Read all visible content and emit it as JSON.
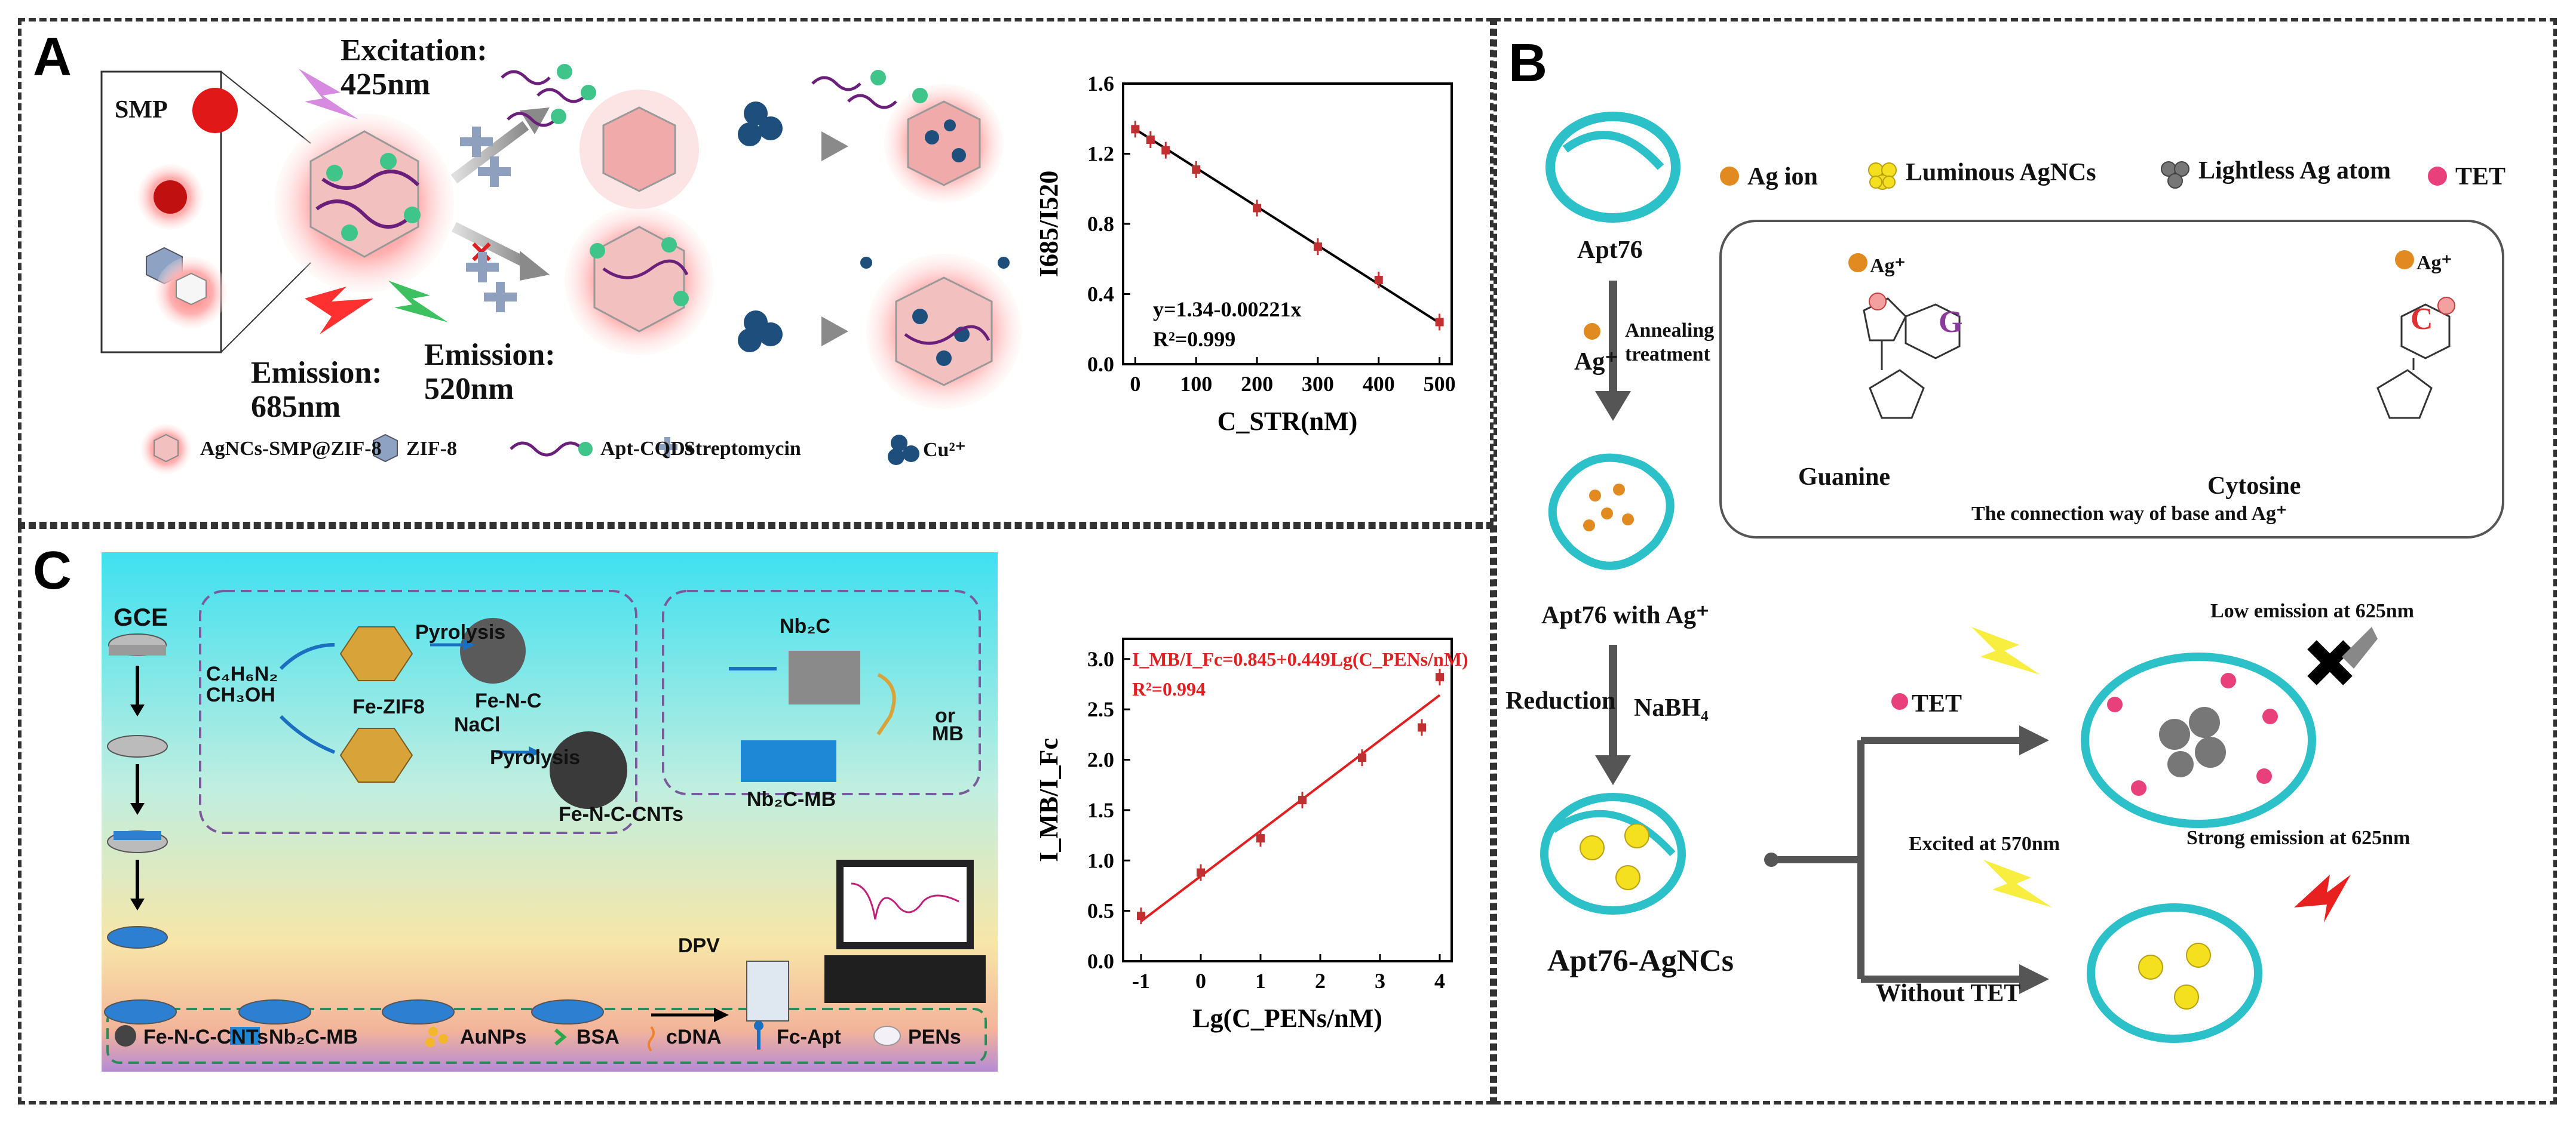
{
  "panels": {
    "a": "A",
    "b": "B",
    "c": "C"
  },
  "panel_a": {
    "smp": "SMP",
    "excitation_line1": "Excitation:",
    "excitation_line2": "425nm",
    "emission1_line1": "Emission:",
    "emission1_line2": "685nm",
    "emission2_line1": "Emission:",
    "emission2_line2": "520nm",
    "legend": [
      "AgNCs-SMP@ZIF-8",
      "ZIF-8",
      "Apt-CQDs",
      "Streptomycin",
      "Cu²⁺"
    ]
  },
  "panel_b": {
    "legend": [
      "Ag ion",
      "Luminous AgNCs",
      "Lightless Ag atom",
      "TET"
    ],
    "apt76": "Apt76",
    "ag_plus": "Ag⁺",
    "annealing1": "Annealing",
    "annealing2": "treatment",
    "apt76_with_ag": "Apt76 with Ag⁺",
    "reduction": "Reduction",
    "nabh4": "NaBH₄",
    "apt76_agncs": "Apt76-AgNCs",
    "tet": "TET",
    "without_tet": "Without TET",
    "low_emission": "Low emission at 625nm",
    "excited": "Excited at 570nm",
    "strong_emission": "Strong emission at 625nm",
    "guanine": "Guanine",
    "cytosine": "Cytosine",
    "base_g": "G",
    "base_c": "C",
    "ag_label_1": "Ag⁺",
    "ag_label_2": "Ag⁺",
    "connection_caption": "The connection way of base and Ag⁺"
  },
  "panel_c": {
    "gce": "GCE",
    "pyrolysis1": "Pyrolysis",
    "pyrolysis2": "Pyrolysis",
    "fe_zif8": "Fe-ZIF8",
    "fe_n_c": "Fe-N-C",
    "nacl": "NaCl",
    "fe_n_c_cnts": "Fe-N-C-CNTs",
    "nb2c": "Nb₂C",
    "nb2c_mb": "Nb₂C-MB",
    "mb": "MB",
    "or": "or",
    "dpv": "DPV",
    "reagent1": "C₄H₆N₂",
    "reagent2": "CH₃OH",
    "legend": [
      "Fe-N-C-CNTs",
      "Nb₂C-MB",
      "AuNPs",
      "BSA",
      "cDNA",
      "Fc-Apt",
      "PENs"
    ]
  },
  "chart_data": [
    {
      "type": "scatter",
      "title": "",
      "xlabel": "C_STR(nM)",
      "ylabel": "I685/I520",
      "xlim": [
        -20,
        520
      ],
      "ylim": [
        0.0,
        1.6
      ],
      "xticks": [
        "0",
        "100",
        "200",
        "300",
        "400",
        "500"
      ],
      "yticks": [
        "0.0",
        "0.4",
        "0.8",
        "1.2",
        "1.6"
      ],
      "annotations": [
        "y=1.34-0.00221x",
        "R²=0.999"
      ],
      "series": [
        {
          "x": [
            0,
            25,
            50,
            100,
            200,
            300,
            400,
            500
          ],
          "y": [
            1.34,
            1.28,
            1.22,
            1.11,
            0.89,
            0.67,
            0.48,
            0.24
          ],
          "fit": [
            1.34,
            -0.00221
          ]
        }
      ]
    },
    {
      "type": "scatter",
      "title": "",
      "xlabel": "Lg(C_PENs/nM)",
      "ylabel": "I_MB/I_Fc",
      "xlim": [
        -1.3,
        4.2
      ],
      "ylim": [
        0.0,
        3.2
      ],
      "xticks": [
        "-1",
        "0",
        "1",
        "2",
        "3",
        "4"
      ],
      "yticks": [
        "0.0",
        "0.5",
        "1.0",
        "1.5",
        "2.0",
        "2.5",
        "3.0"
      ],
      "annotations": [
        "I_MB/I_Fc=0.845+0.449Lg(C_PENs/nM)",
        "R²=0.994"
      ],
      "series": [
        {
          "x": [
            -1,
            0,
            1,
            1.7,
            2.7,
            3.7,
            4
          ],
          "y": [
            0.45,
            0.88,
            1.22,
            1.6,
            2.02,
            2.32,
            2.82
          ],
          "fit": [
            0.845,
            0.449
          ]
        }
      ]
    }
  ]
}
